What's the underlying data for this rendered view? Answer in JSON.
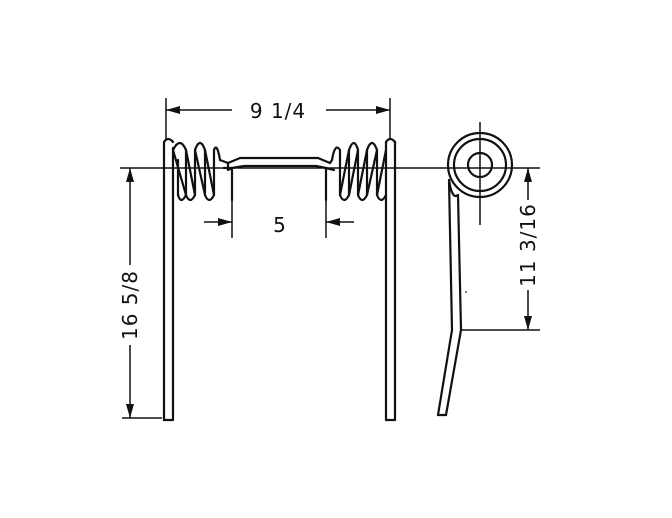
{
  "drawing": {
    "dimensions": {
      "overall_width": "9 1/4",
      "inner_width": "5",
      "leg_length": "16 5/8",
      "side_height": "11 3/16"
    }
  }
}
